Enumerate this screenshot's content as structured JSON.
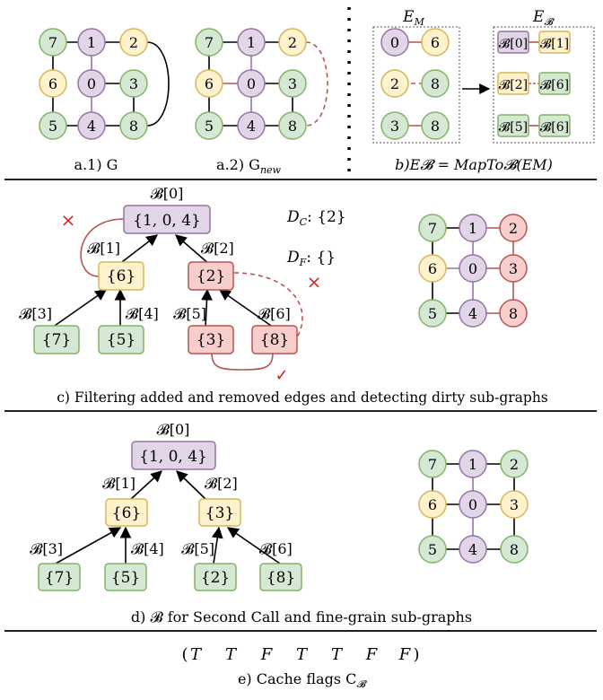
{
  "colors": {
    "purple_fill": "#e1d5e7",
    "purple_stroke": "#9673a6",
    "yellow_fill": "#fff2cc",
    "yellow_stroke": "#d6b656",
    "green_fill": "#d5e8d4",
    "green_stroke": "#82b366",
    "red_fill": "#f8cecc",
    "red_stroke": "#b85450",
    "red_mark": "#d02020"
  },
  "panel_a1": {
    "nodes": [
      "7",
      "1",
      "2",
      "6",
      "0",
      "3",
      "5",
      "4",
      "8"
    ],
    "caption": "a.1) G"
  },
  "panel_a2": {
    "nodes": [
      "7",
      "1",
      "2",
      "6",
      "0",
      "3",
      "5",
      "4",
      "8"
    ],
    "caption": "a.2) G",
    "caption_sub": "new"
  },
  "panel_b": {
    "em_title": "E",
    "em_title_sub": "M",
    "eb_title": "E",
    "eb_title_sub": "𝓑",
    "em_pairs": [
      [
        "0",
        "6"
      ],
      [
        "2",
        "8"
      ],
      [
        "3",
        "8"
      ]
    ],
    "eb_pairs": [
      [
        "𝓑[0]",
        "𝓑[1]"
      ],
      [
        "𝓑[2]",
        "𝓑[6]"
      ],
      [
        "𝓑[5]",
        "𝓑[6]"
      ]
    ],
    "caption": "b)E𝓑 = MapTo𝓑(EM)"
  },
  "panel_c": {
    "tree": {
      "root_label": "𝓑[0]",
      "root": "{1, 0, 4}",
      "b1_label": "𝓑[1]",
      "b1": "{6}",
      "b2_label": "𝓑[2]",
      "b2": "{2}",
      "b3_label": "𝓑[3]",
      "b3": "{7}",
      "b4_label": "𝓑[4]",
      "b4": "{5}",
      "b5_label": "𝓑[5]",
      "b5": "{3}",
      "b6_label": "𝓑[6]",
      "b6": "{8}"
    },
    "dc": "D",
    "dc_sub": "C",
    "dc_value": ": {2}",
    "df": "D",
    "df_sub": "F",
    "df_value": ": {}",
    "cross_mark": "×",
    "check_mark": "✓",
    "nodes": [
      "7",
      "1",
      "2",
      "6",
      "0",
      "3",
      "5",
      "4",
      "8"
    ],
    "caption": "c) Filtering added and removed edges and detecting dirty sub-graphs"
  },
  "panel_d": {
    "tree": {
      "root_label": "𝓑[0]",
      "root": "{1, 0, 4}",
      "b1_label": "𝓑[1]",
      "b1": "{6}",
      "b2_label": "𝓑[2]",
      "b2": "{3}",
      "b3_label": "𝓑[3]",
      "b3": "{7}",
      "b4_label": "𝓑[4]",
      "b4": "{5}",
      "b5_label": "𝓑[5]",
      "b5": "{2}",
      "b6_label": "𝓑[6]",
      "b6": "{8}"
    },
    "nodes": [
      "7",
      "1",
      "2",
      "6",
      "0",
      "3",
      "5",
      "4",
      "8"
    ],
    "caption": "d) 𝓑 for Second Call and fine-grain sub-graphs"
  },
  "panel_e": {
    "flags": [
      "T",
      "T",
      "F",
      "T",
      "T",
      "F",
      "F"
    ],
    "open_paren": "(",
    "close_paren": ")",
    "caption": "e) Cache flags C",
    "caption_sub": "𝓑"
  }
}
